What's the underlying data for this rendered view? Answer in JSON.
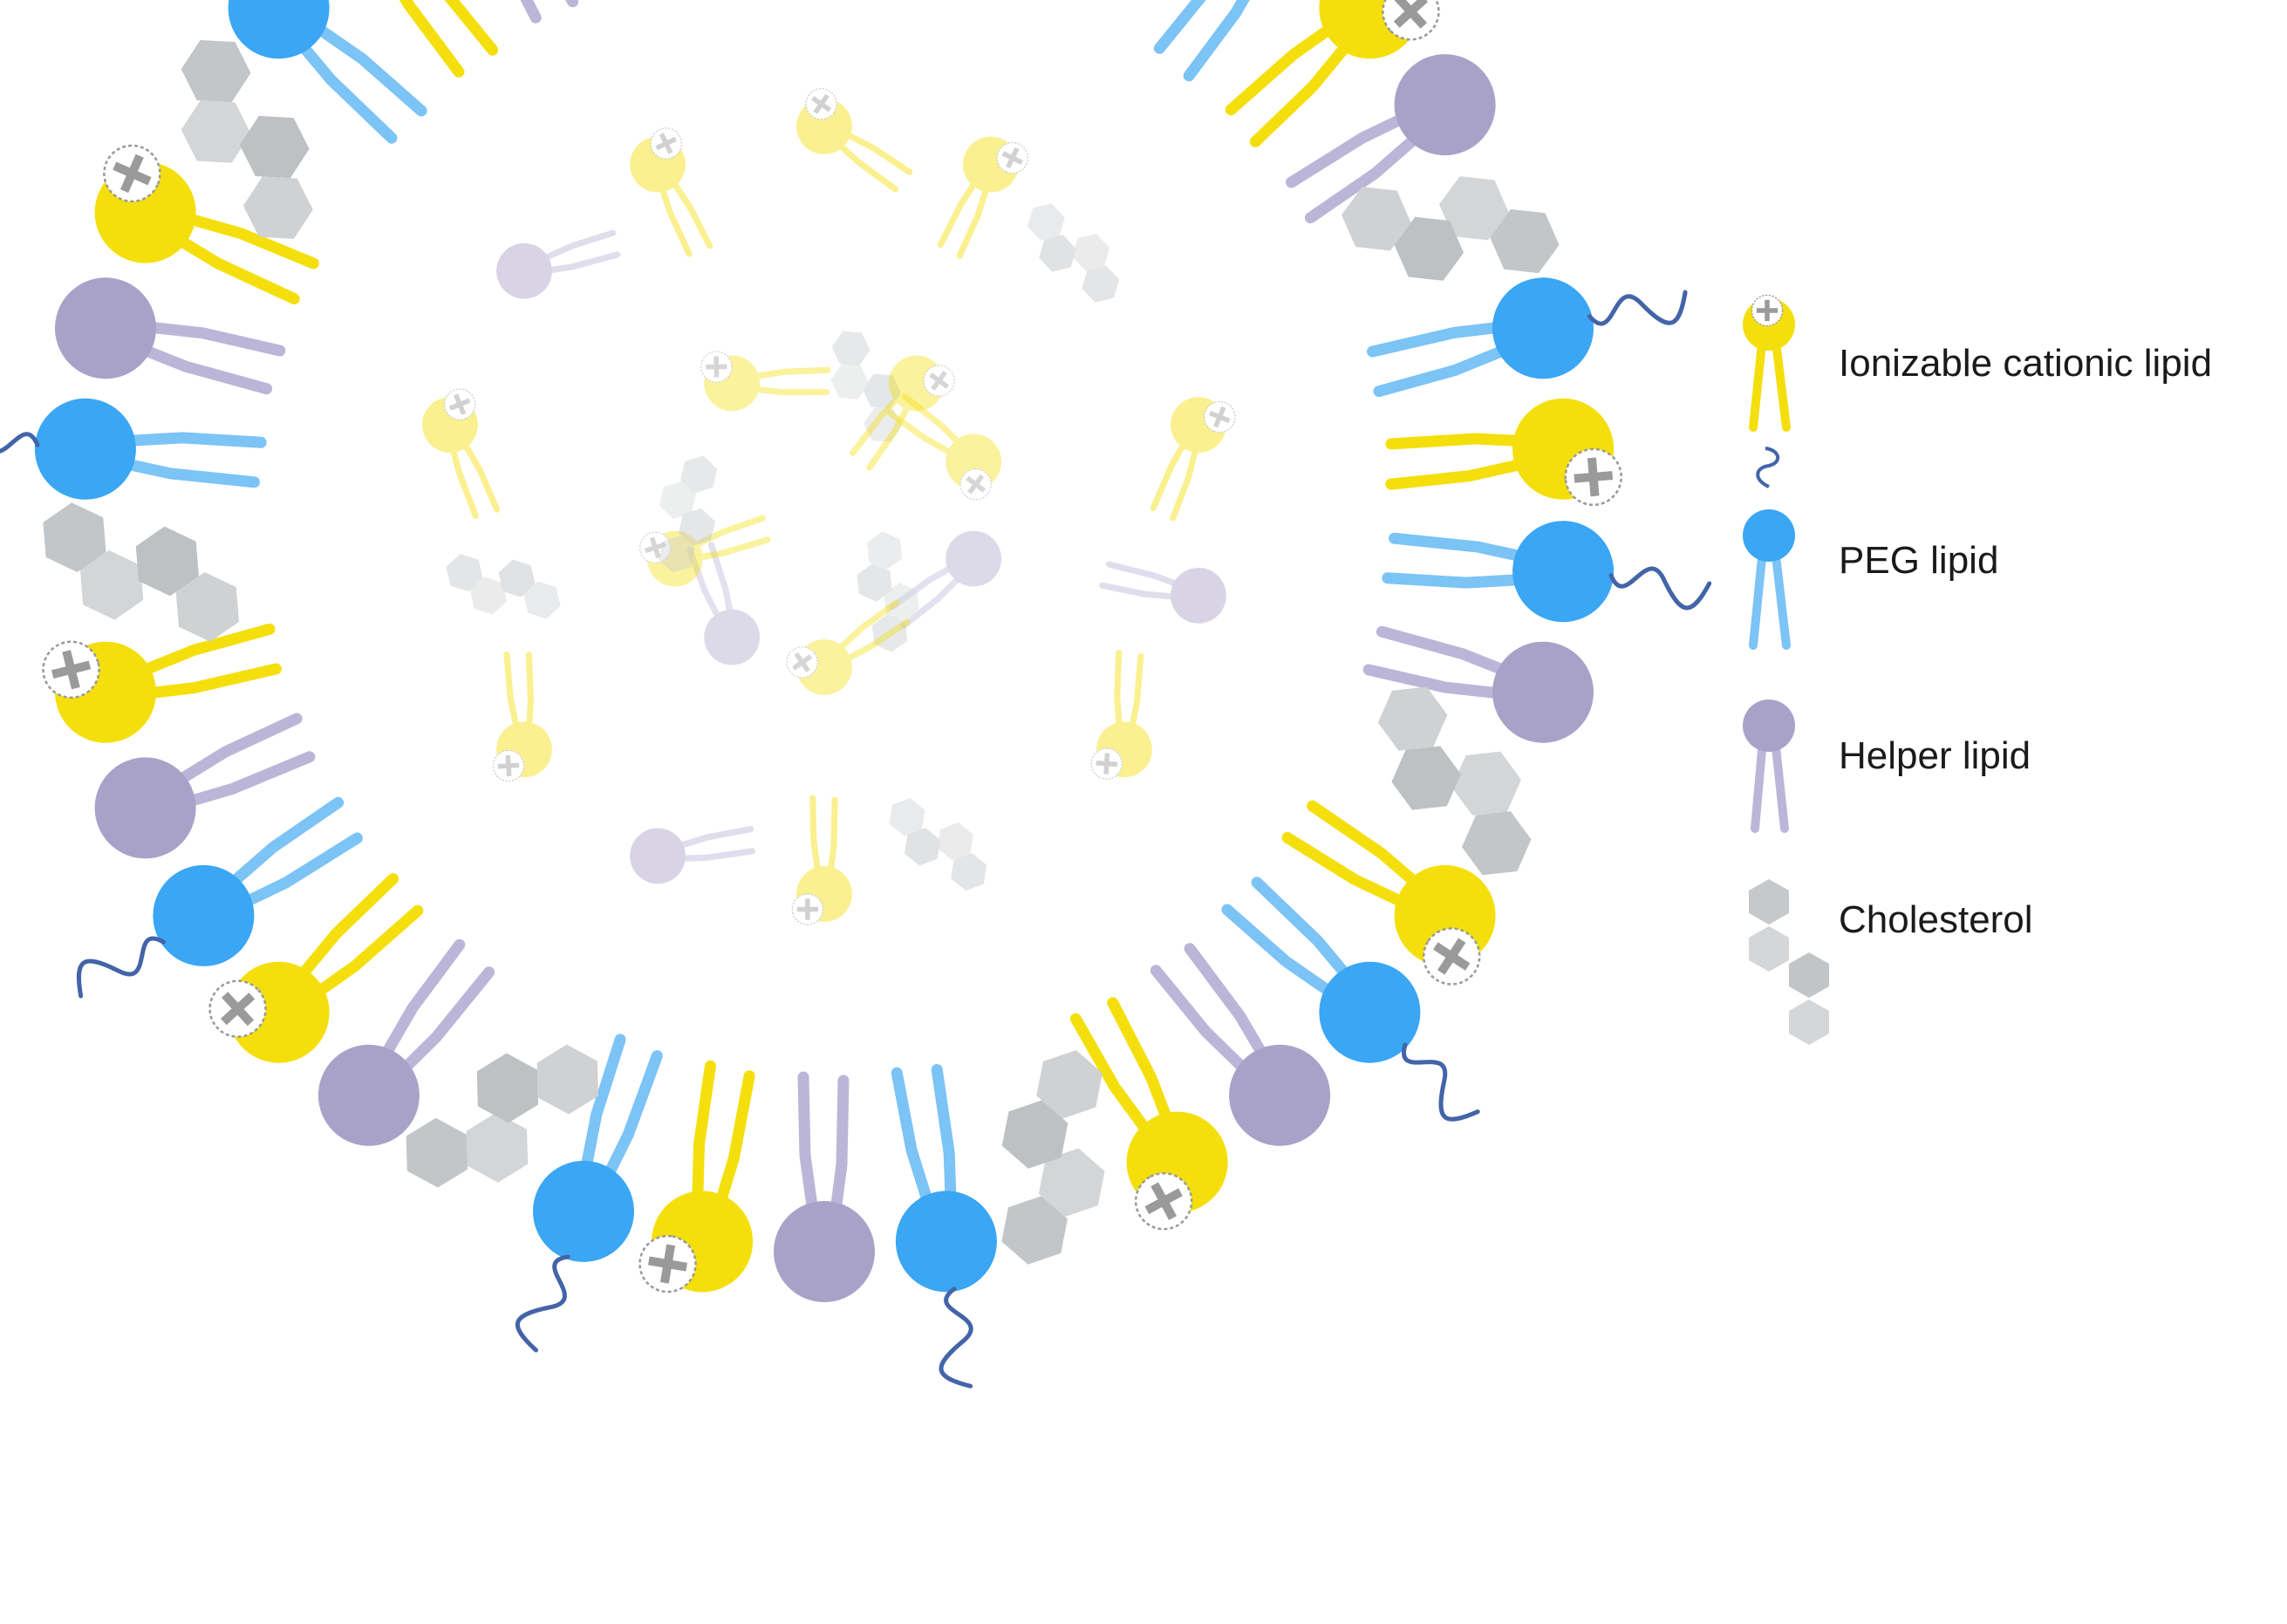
{
  "colors": {
    "ionizable": "#f4df0c",
    "peg_head": "#3aa6f4",
    "peg_tail": "#7cc3f6",
    "peg_chain": "#4464a8",
    "helper_head": "#a9a2c8",
    "helper_tail": "#bbb6d8",
    "cholesterol": "#bfc2c5",
    "charge_symbol": "#9a9a9a"
  },
  "icons": {
    "charge": "plus-charge-icon",
    "cholesterol": "hexagon-ring-icon"
  },
  "legend": {
    "items": [
      {
        "key": "ionizable",
        "label": "Ionizable cationic lipid"
      },
      {
        "key": "peg",
        "label": "PEG lipid"
      },
      {
        "key": "helper",
        "label": "Helper lipid"
      },
      {
        "key": "cholesterol",
        "label": "Cholesterol"
      }
    ]
  },
  "particle": {
    "outer_sequence": [
      "peg",
      "ionizable",
      "helper",
      "cholesterol",
      "peg",
      "ionizable",
      "helper",
      "cholesterol",
      "peg",
      "ionizable",
      "peg",
      "helper",
      "cholesterol",
      "ionizable",
      "peg",
      "helper",
      "ionizable",
      "cholesterol",
      "peg",
      "helper",
      "ionizable",
      "peg",
      "cholesterol",
      "helper",
      "ionizable",
      "peg",
      "helper",
      "ionizable",
      "cholesterol",
      "peg",
      "helper",
      "ionizable",
      "cholesterol",
      "peg",
      "ionizable",
      "helper",
      "cholesterol",
      "peg"
    ],
    "inner_sequence": [
      "ionizable",
      "ionizable",
      "cholesterol",
      "ionizable",
      "helper",
      "ionizable",
      "cholesterol",
      "ionizable",
      "helper",
      "ionizable",
      "cholesterol",
      "ionizable",
      "helper",
      "ionizable",
      "cholesterol",
      "ionizable",
      "ionizable",
      "helper",
      "cholesterol",
      "ionizable",
      "helper",
      "ionizable",
      "cholesterol",
      "ionizable"
    ]
  }
}
